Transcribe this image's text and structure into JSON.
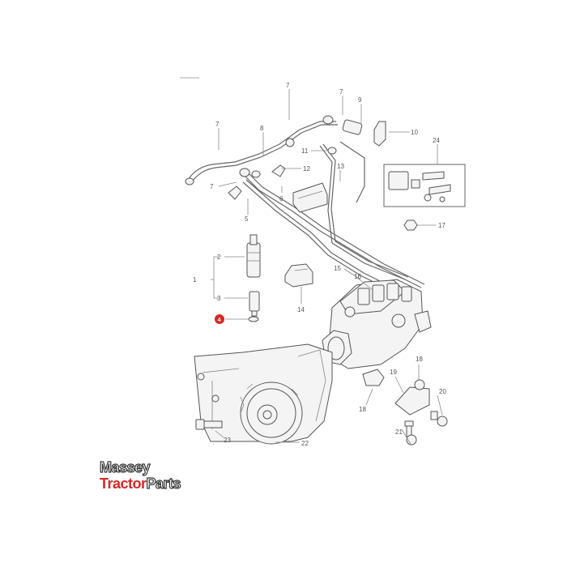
{
  "callouts": [
    "7",
    "7",
    "9",
    "7",
    "8",
    "10",
    "24",
    "11",
    "12",
    "13",
    "7",
    "6",
    "5",
    "17",
    "2",
    "1",
    "3",
    "15",
    "16",
    "14",
    "4",
    "18",
    "19",
    "20",
    "18",
    "21",
    "23",
    "22"
  ],
  "highlight_color": "#d62828",
  "logo": {
    "line1": "Massey",
    "line2a": "Tractor",
    "line2b": "Parts"
  }
}
